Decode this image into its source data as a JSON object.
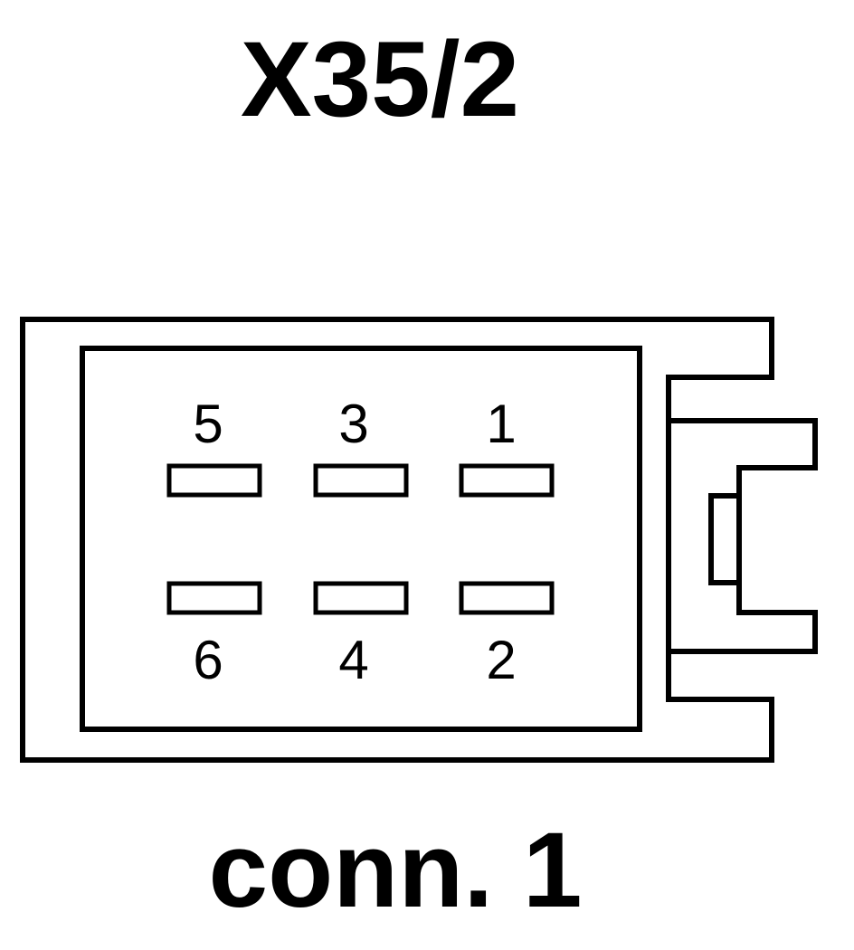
{
  "connector": {
    "id": "X35/2",
    "caption": "conn. 1"
  },
  "pins": {
    "top": [
      "5",
      "3",
      "1"
    ],
    "bottom": [
      "6",
      "4",
      "2"
    ]
  },
  "colors": {
    "stroke": "#000000",
    "background": "#ffffff"
  }
}
